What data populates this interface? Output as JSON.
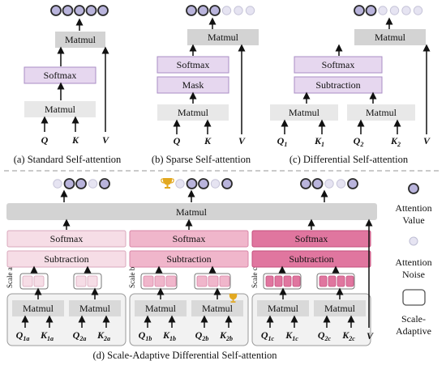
{
  "colors": {
    "grey_box": "#dcdcdc",
    "grey_light": "#e8e8e8",
    "purple_fill": "#e6d7ef",
    "purple_edge": "#a98dc4",
    "pink_light": "#f6dde6",
    "pink_mid": "#f0b6cb",
    "pink_dark": "#e0769f",
    "dot_dark": "#b9b4dc",
    "dot_light": "#e6e4f2",
    "trophy": "#e2a820"
  },
  "panel_a": {
    "matmul_top": "Matmul",
    "softmax": "Softmax",
    "matmul_bottom": "Matmul",
    "q": "Q",
    "k": "K",
    "v": "V",
    "caption": "(a) Standard Self-attention"
  },
  "panel_b": {
    "matmul_top": "Matmul",
    "softmax": "Softmax",
    "mask": "Mask",
    "matmul_bottom": "Matmul",
    "q": "Q",
    "k": "K",
    "v": "V",
    "caption": "(b) Sparse Self-attention"
  },
  "panel_c": {
    "matmul_top": "Matmul",
    "softmax": "Softmax",
    "subtraction": "Subtraction",
    "matmul_1": "Matmul",
    "matmul_2": "Matmul",
    "q1": "Q",
    "q1_sub": "1",
    "k1": "K",
    "k1_sub": "1",
    "q2": "Q",
    "q2_sub": "2",
    "k2": "K",
    "k2_sub": "2",
    "v": "V",
    "caption": "(c) Differential Self-attention"
  },
  "panel_d": {
    "matmul_top": "Matmul",
    "v": "V",
    "caption": "(d) Scale-Adaptive Differential Self-attention",
    "branches": [
      {
        "softmax": "Softmax",
        "subtraction": "Subtraction",
        "scale": "Scale a",
        "matmul_1": "Matmul",
        "matmul_2": "Matmul",
        "q1": "Q",
        "q1_sub": "1a",
        "k1": "K",
        "k1_sub": "1a",
        "q2": "Q",
        "q2_sub": "2a",
        "k2": "K",
        "k2_sub": "2a"
      },
      {
        "softmax": "Softmax",
        "subtraction": "Subtraction",
        "scale": "Scale b",
        "matmul_1": "Matmul",
        "matmul_2": "Matmul",
        "q1": "Q",
        "q1_sub": "1b",
        "k1": "K",
        "k1_sub": "1b",
        "q2": "Q",
        "q2_sub": "2b",
        "k2": "K",
        "k2_sub": "2b"
      },
      {
        "softmax": "Softmax",
        "subtraction": "Subtraction",
        "scale": "Scale c",
        "matmul_1": "Matmul",
        "matmul_2": "Matmul",
        "q1": "Q",
        "q1_sub": "1c",
        "k1": "K",
        "k1_sub": "1c",
        "q2": "Q",
        "q2_sub": "2c",
        "k2": "K",
        "k2_sub": "2c"
      }
    ]
  },
  "legend": {
    "attention_value": "Attention\nValue",
    "attention_noise": "Attention\nNoise",
    "scale_adaptive": "Scale-\nAdaptive"
  },
  "icons": {
    "trophy": "trophy-icon",
    "attention_value": "dark-circle-icon",
    "attention_noise": "light-circle-icon"
  }
}
